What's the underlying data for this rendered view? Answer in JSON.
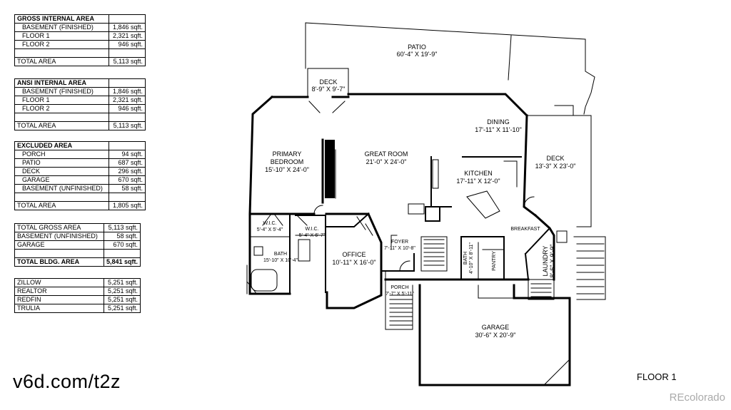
{
  "tables": [
    {
      "rows": [
        {
          "label": "GROSS INTERNAL AREA",
          "value": "",
          "header": true
        },
        {
          "label": "BASEMENT (FINISHED)",
          "value": "1,846 sqft."
        },
        {
          "label": "FLOOR 1",
          "value": "2,321 sqft."
        },
        {
          "label": "FLOOR 2",
          "value": "946 sqft."
        },
        {
          "label": "",
          "value": ""
        },
        {
          "label": "TOTAL AREA",
          "value": "5,113 sqft."
        }
      ]
    },
    {
      "rows": [
        {
          "label": "ANSI INTERNAL AREA",
          "value": "",
          "header": true
        },
        {
          "label": "BASEMENT (FINISHED)",
          "value": "1,846 sqft."
        },
        {
          "label": "FLOOR 1",
          "value": "2,321 sqft."
        },
        {
          "label": "FLOOR 2",
          "value": "946 sqft."
        },
        {
          "label": "",
          "value": ""
        },
        {
          "label": "TOTAL AREA",
          "value": "5,113 sqft."
        }
      ]
    },
    {
      "rows": [
        {
          "label": "EXCLUDED AREA",
          "value": "",
          "header": true
        },
        {
          "label": "PORCH",
          "value": "94 sqft."
        },
        {
          "label": "PATIO",
          "value": "687 sqft."
        },
        {
          "label": "DECK",
          "value": "296 sqft."
        },
        {
          "label": "GARAGE",
          "value": "670 sqft."
        },
        {
          "label": "BASEMENT (UNFINISHED)",
          "value": "58 sqft."
        },
        {
          "label": "",
          "value": ""
        },
        {
          "label": "TOTAL AREA",
          "value": "1,805 sqft."
        }
      ]
    },
    {
      "rows": [
        {
          "label": "TOTAL GROSS AREA",
          "value": "5,113 sqft."
        },
        {
          "label": "BASEMENT (UNFINISHED)",
          "value": "58 sqft."
        },
        {
          "label": "GARAGE",
          "value": "670 sqft."
        },
        {
          "label": "",
          "value": ""
        },
        {
          "label": "TOTAL BLDG. AREA",
          "value": "5,841 sqft.",
          "bold": true
        }
      ]
    },
    {
      "rows": [
        {
          "label": "ZILLOW",
          "value": "5,251 sqft."
        },
        {
          "label": "REALTOR",
          "value": "5,251 sqft."
        },
        {
          "label": "REDFIN",
          "value": "5,251 sqft."
        },
        {
          "label": "TRULIA",
          "value": "5,251 sqft."
        }
      ]
    }
  ],
  "rooms": {
    "patio": {
      "name": "PATIO",
      "dims": "60'-4\" X 19'-9\""
    },
    "deck_top": {
      "name": "DECK",
      "dims": "8'-9\" X 9'-7\""
    },
    "dining": {
      "name": "DINING",
      "dims": "17'-11\" X 11'-10\""
    },
    "primary": {
      "name1": "PRIMARY",
      "name2": "BEDROOM",
      "dims": "15'-10\" X 24'-0\""
    },
    "great": {
      "name": "GREAT ROOM",
      "dims": "21'-0\" X 24'-0\""
    },
    "kitchen": {
      "name": "KITCHEN",
      "dims": "17'-11\" X 12'-0\""
    },
    "deck_right": {
      "name": "DECK",
      "dims": "13'-3\" X 23'-0\""
    },
    "wic1": {
      "name": "W.I.C.",
      "dims": "5'-4\" X 5'-4\""
    },
    "wic2": {
      "name": "W.I.C.",
      "dims": "5'-4\" X 6'-7\""
    },
    "bath1": {
      "name": "BATH",
      "dims": "15'-10\" X 10'-4\""
    },
    "office": {
      "name": "OFFICE",
      "dims": "10'-11\" X 16'-0\""
    },
    "foyer": {
      "name": "FOYER",
      "dims": "7'-11\" X 10'-8\""
    },
    "bath2": {
      "name": "BATH",
      "dims": "4'-10\" X 8'-11\""
    },
    "pantry": {
      "name": "PANTRY"
    },
    "breakfast": {
      "name": "BREAKFAST"
    },
    "laundry": {
      "name": "LAUNDRY",
      "dims": "8'-6\" X 9'-9\""
    },
    "porch": {
      "name": "PORCH",
      "dims": "7'-7\" X 5'-11\""
    },
    "garage": {
      "name": "GARAGE",
      "dims": "30'-6\" X 20'-9\""
    }
  },
  "link": "v6d.com/t2z",
  "floor_label": "FLOOR 1",
  "watermark": "REcolorado"
}
